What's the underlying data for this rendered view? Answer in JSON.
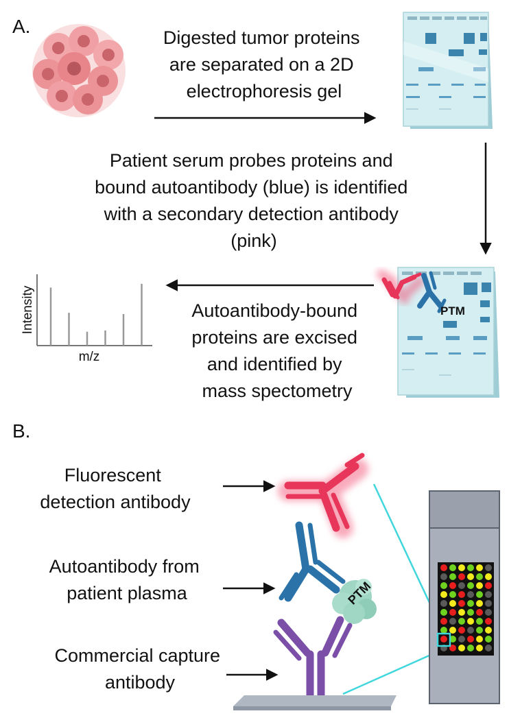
{
  "section_a": {
    "label": "A.",
    "step1": [
      "Digested tumor proteins",
      "are separated on a 2D",
      "electrophoresis gel"
    ],
    "step2": [
      "Patient serum probes proteins and",
      "bound autoantibody (blue) is identified",
      "with a secondary detection antibody",
      "(pink)"
    ],
    "step3": [
      "Autoantibody-bound",
      "proteins are excised",
      "and identified by",
      "mass spectometry"
    ],
    "gel_ptm_label": "PTM",
    "spectrum": {
      "y_label": "Intensity",
      "x_label": "m/z",
      "peaks": [
        0.92,
        0.52,
        0.22,
        0.24,
        0.5,
        0.98
      ]
    }
  },
  "section_b": {
    "label": "B.",
    "label_fluorescent": [
      "Fluorescent",
      "detection antibody"
    ],
    "label_autoantibody": [
      "Autoantibody from",
      "patient plasma"
    ],
    "label_capture": [
      "Commercial capture",
      "antibody"
    ],
    "ptm_label": "PTM"
  },
  "colors": {
    "tumor": "#e8858a",
    "gel": "#d5eef2",
    "gel_band": "#3a84ad",
    "pink_antibody": "#e8365a",
    "blue_antibody": "#2a72a8",
    "purple_antibody": "#7b4fa8",
    "ptm_blob": "#9fd6c4",
    "connector": "#3fd6dc"
  }
}
